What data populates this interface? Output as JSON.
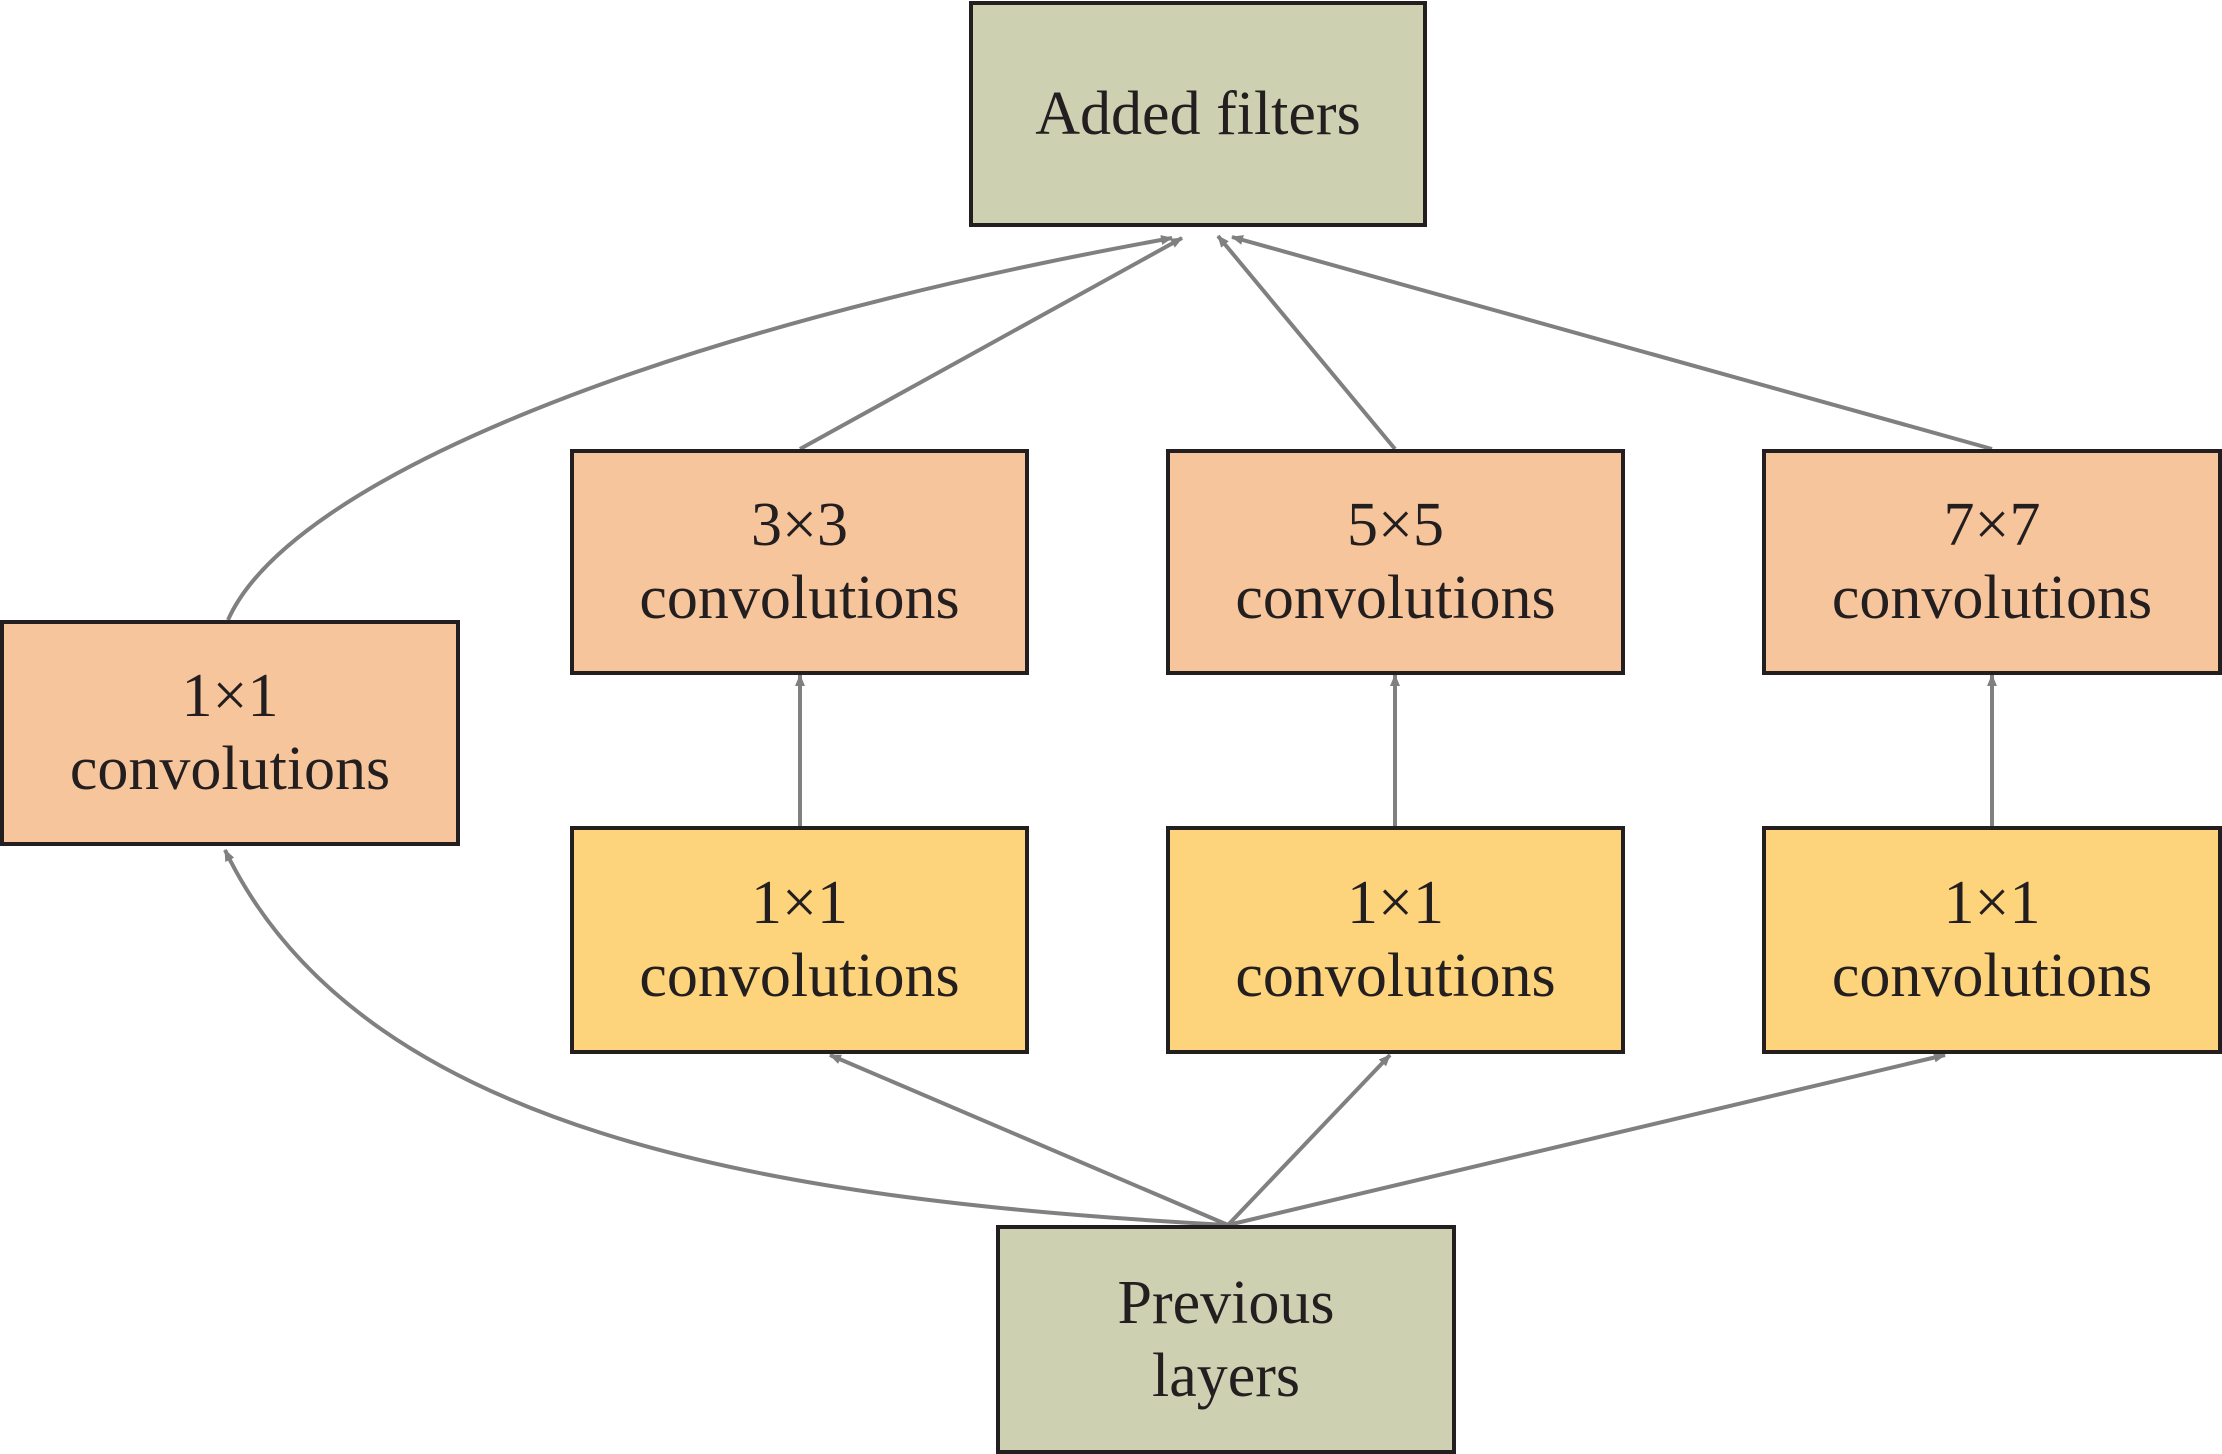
{
  "colors": {
    "olive": "#cdd1b1",
    "salmon": "#f7c59b",
    "yellow": "#fdd37b",
    "edge": "#808080",
    "border": "#231f20"
  },
  "nodes": {
    "added_filters": {
      "lines": [
        "Added filters"
      ]
    },
    "previous_layers": {
      "lines": [
        "Previous",
        "layers"
      ]
    },
    "branch1_conv": {
      "lines": [
        "1×1",
        "convolutions"
      ]
    },
    "branch2_conv3": {
      "lines": [
        "3×3",
        "convolutions"
      ]
    },
    "branch3_conv5": {
      "lines": [
        "5×5",
        "convolutions"
      ]
    },
    "branch4_conv7": {
      "lines": [
        "7×7",
        "convolutions"
      ]
    },
    "branch2_reduce": {
      "lines": [
        "1×1",
        "convolutions"
      ]
    },
    "branch3_reduce": {
      "lines": [
        "1×1",
        "convolutions"
      ]
    },
    "branch4_reduce": {
      "lines": [
        "1×1",
        "convolutions"
      ]
    }
  },
  "edges": [
    {
      "from": "previous_layers",
      "to": "branch1_conv"
    },
    {
      "from": "previous_layers",
      "to": "branch2_reduce"
    },
    {
      "from": "previous_layers",
      "to": "branch3_reduce"
    },
    {
      "from": "previous_layers",
      "to": "branch4_reduce"
    },
    {
      "from": "branch2_reduce",
      "to": "branch2_conv3"
    },
    {
      "from": "branch3_reduce",
      "to": "branch3_conv5"
    },
    {
      "from": "branch4_reduce",
      "to": "branch4_conv7"
    },
    {
      "from": "branch1_conv",
      "to": "added_filters"
    },
    {
      "from": "branch2_conv3",
      "to": "added_filters"
    },
    {
      "from": "branch3_conv5",
      "to": "added_filters"
    },
    {
      "from": "branch4_conv7",
      "to": "added_filters"
    }
  ]
}
